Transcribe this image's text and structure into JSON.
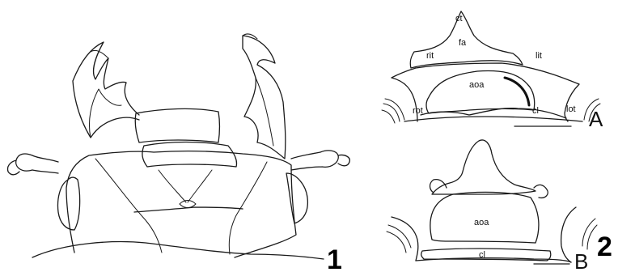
{
  "figure_numbers": {
    "fig1": "1",
    "fig2": "2"
  },
  "panel_labels": {
    "a": "A",
    "b": "B"
  },
  "figure2a_labels": {
    "ct": "ct",
    "fa": "fa",
    "rit": "rit",
    "lit": "lit",
    "aoa": "aoa",
    "rot": "rot",
    "cl": "cl",
    "lot": "lot"
  },
  "figure2b_labels": {
    "aoa": "aoa",
    "cl": "cl"
  }
}
